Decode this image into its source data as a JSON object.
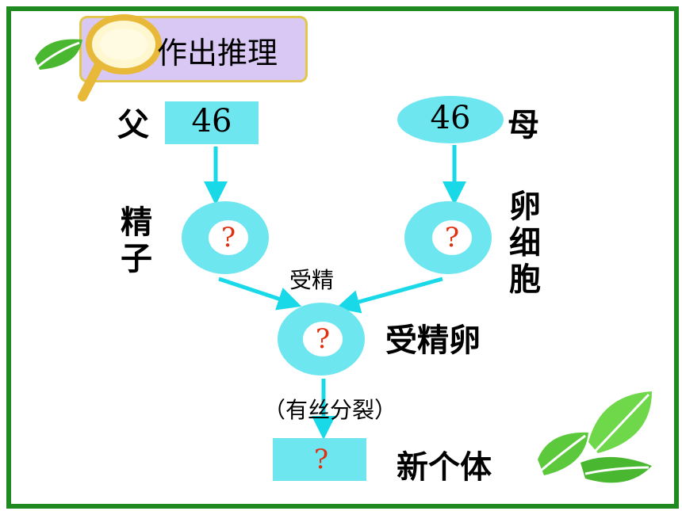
{
  "title": "作出推理",
  "father": {
    "label": "父",
    "value": "46"
  },
  "mother": {
    "label": "母",
    "value": "46"
  },
  "sperm": {
    "label_chars": [
      "精",
      "子"
    ],
    "value": "?"
  },
  "egg": {
    "label_chars": [
      "卵",
      "细",
      "胞"
    ],
    "value": "?"
  },
  "fertilization_label": "受精",
  "zygote": {
    "label": "受精卵",
    "value": "?"
  },
  "division_label": "（有丝分裂）",
  "new_individual": {
    "label": "新个体",
    "value": "?"
  },
  "colors": {
    "frame": "#1f8a1f",
    "cyan": "#6ee6f0",
    "arrow": "#19d9e9",
    "question": "#e03010",
    "title_bg": "#d9c8f3",
    "title_border": "#e1c84a"
  },
  "icons": [
    "magnifier-icon",
    "leaf-icon"
  ]
}
